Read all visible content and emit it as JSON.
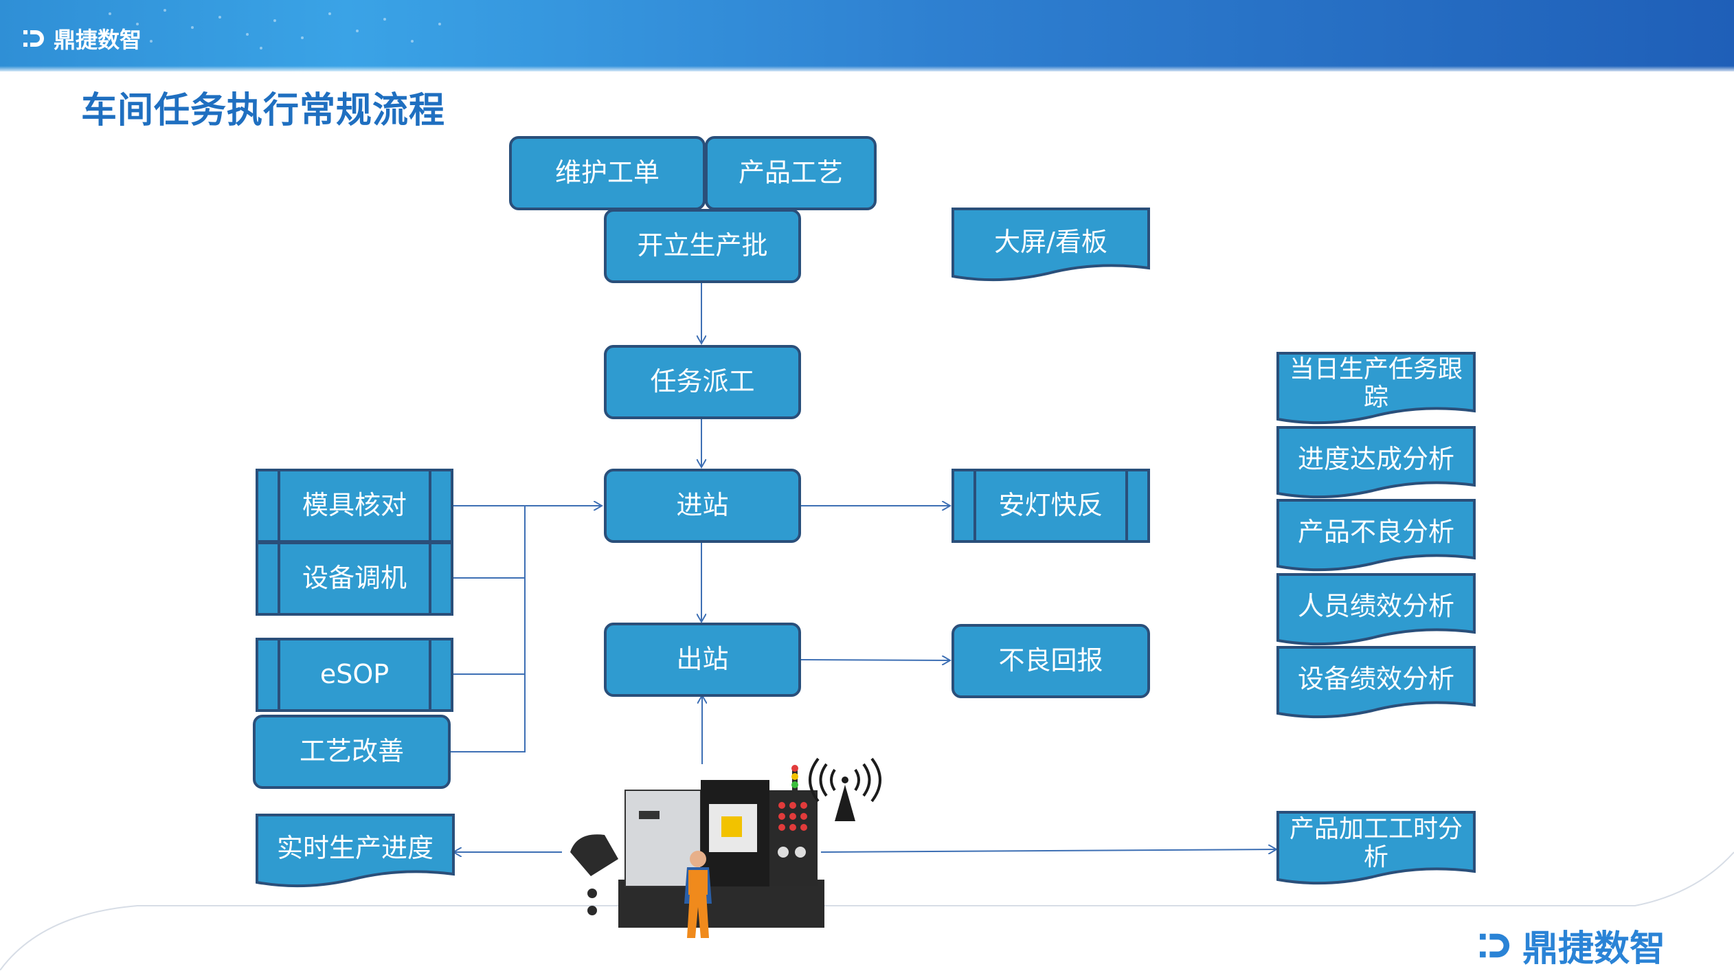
{
  "header": {
    "brand_top": "鼎捷数智",
    "brand_bottom": "鼎捷数智"
  },
  "page": {
    "title": "车间任务执行常规流程"
  },
  "nodes": {
    "maintain_order": "维护工单",
    "product_process": "产品工艺",
    "open_batch": "开立生产批",
    "dashboard": "大屏/看板",
    "task_dispatch": "任务派工",
    "check_in": "进站",
    "check_out": "出站",
    "andon": "安灯快反",
    "defect_report": "不良回报",
    "mold_check": "模具核对",
    "equipment_debug": "设备调机",
    "esop": "eSOP",
    "process_improve": "工艺改善",
    "realtime_progress": "实时生产进度",
    "daily_task_track": "当日生产任务跟踪",
    "progress_analysis": "进度达成分析",
    "product_defect_analysis": "产品不良分析",
    "staff_performance": "人员绩效分析",
    "equipment_performance": "设备绩效分析",
    "processing_time_analysis": "产品加工工时分析"
  },
  "colors": {
    "node_fill": "#2f9bd0",
    "node_border": "#2a4f7a",
    "connector": "#3d6fb4",
    "title": "#1f6fc0",
    "banner": "#2f8fd6"
  }
}
